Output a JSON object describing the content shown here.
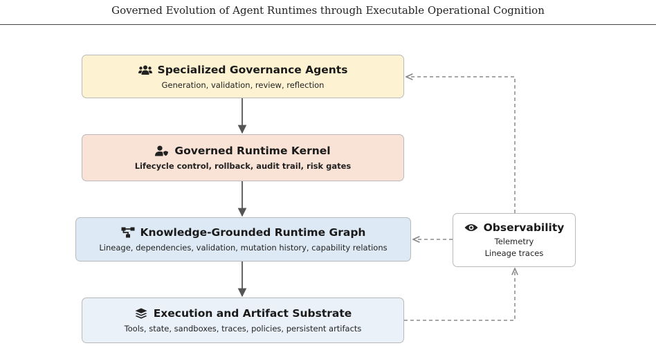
{
  "header": {
    "title": "Governed Evolution of Agent Runtimes through Executable Operational Cognition"
  },
  "boxes": {
    "agents": {
      "title": "Specialized Governance Agents",
      "subtitle": "Generation, validation, review, reflection",
      "icon": "users-icon"
    },
    "kernel": {
      "title": "Governed Runtime Kernel",
      "subtitle": "Lifecycle control, rollback, audit trail, risk gates",
      "icon": "user-shield-icon"
    },
    "graph": {
      "title": "Knowledge-Grounded Runtime Graph",
      "subtitle": "Lineage, dependencies, validation, mutation history, capability relations",
      "icon": "hierarchy-icon"
    },
    "substrate": {
      "title": "Execution and Artifact Substrate",
      "subtitle": "Tools, state, sandboxes, traces, policies, persistent artifacts",
      "icon": "layers-icon"
    },
    "observability": {
      "title": "Observability",
      "lines": [
        "Telemetry",
        "Lineage traces"
      ],
      "icon": "eye-icon"
    }
  },
  "colors": {
    "agents_fill": "#fdf3d2",
    "kernel_fill": "#f9e3d6",
    "graph_fill": "#dde9f4",
    "substrate_fill": "#eaf1f9",
    "observability_fill": "#ffffff",
    "arrow": "#555555",
    "dashed_arrow": "#8a8a8a"
  }
}
